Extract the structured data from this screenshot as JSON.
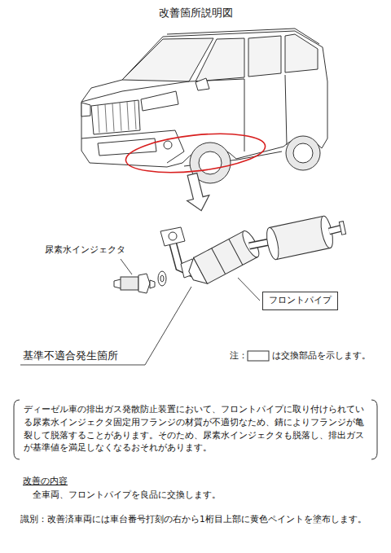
{
  "diagram": {
    "title": "改善箇所説明図",
    "nodes": [
      {
        "text": [
          "フロントパイプ"
        ]
      },
      {
        "text": [
          "ディーゼル車の排出ガス発散防止装置において、フロントパイプに取り付けられている尿素水インジェクタ固定用フランジの材質が不適切なため、錆によりフランジが亀裂して脱落することがあります。そのため、尿素水インジェクタも脱落し、排出ガスが基準値を満足しなくなるおそれがあります。"
        ]
      }
    ],
    "labels": [
      "尿素水インジェクタ",
      "基準不適合発生箇所",
      "注：",
      "は交換部品を示します。",
      "改善の内容",
      "全車両、フロントパイプを良品に交換します。",
      "識別：改善済車両には車台番号打刻の右から1桁目上部に黄色ペイントを塗布します。"
    ]
  }
}
